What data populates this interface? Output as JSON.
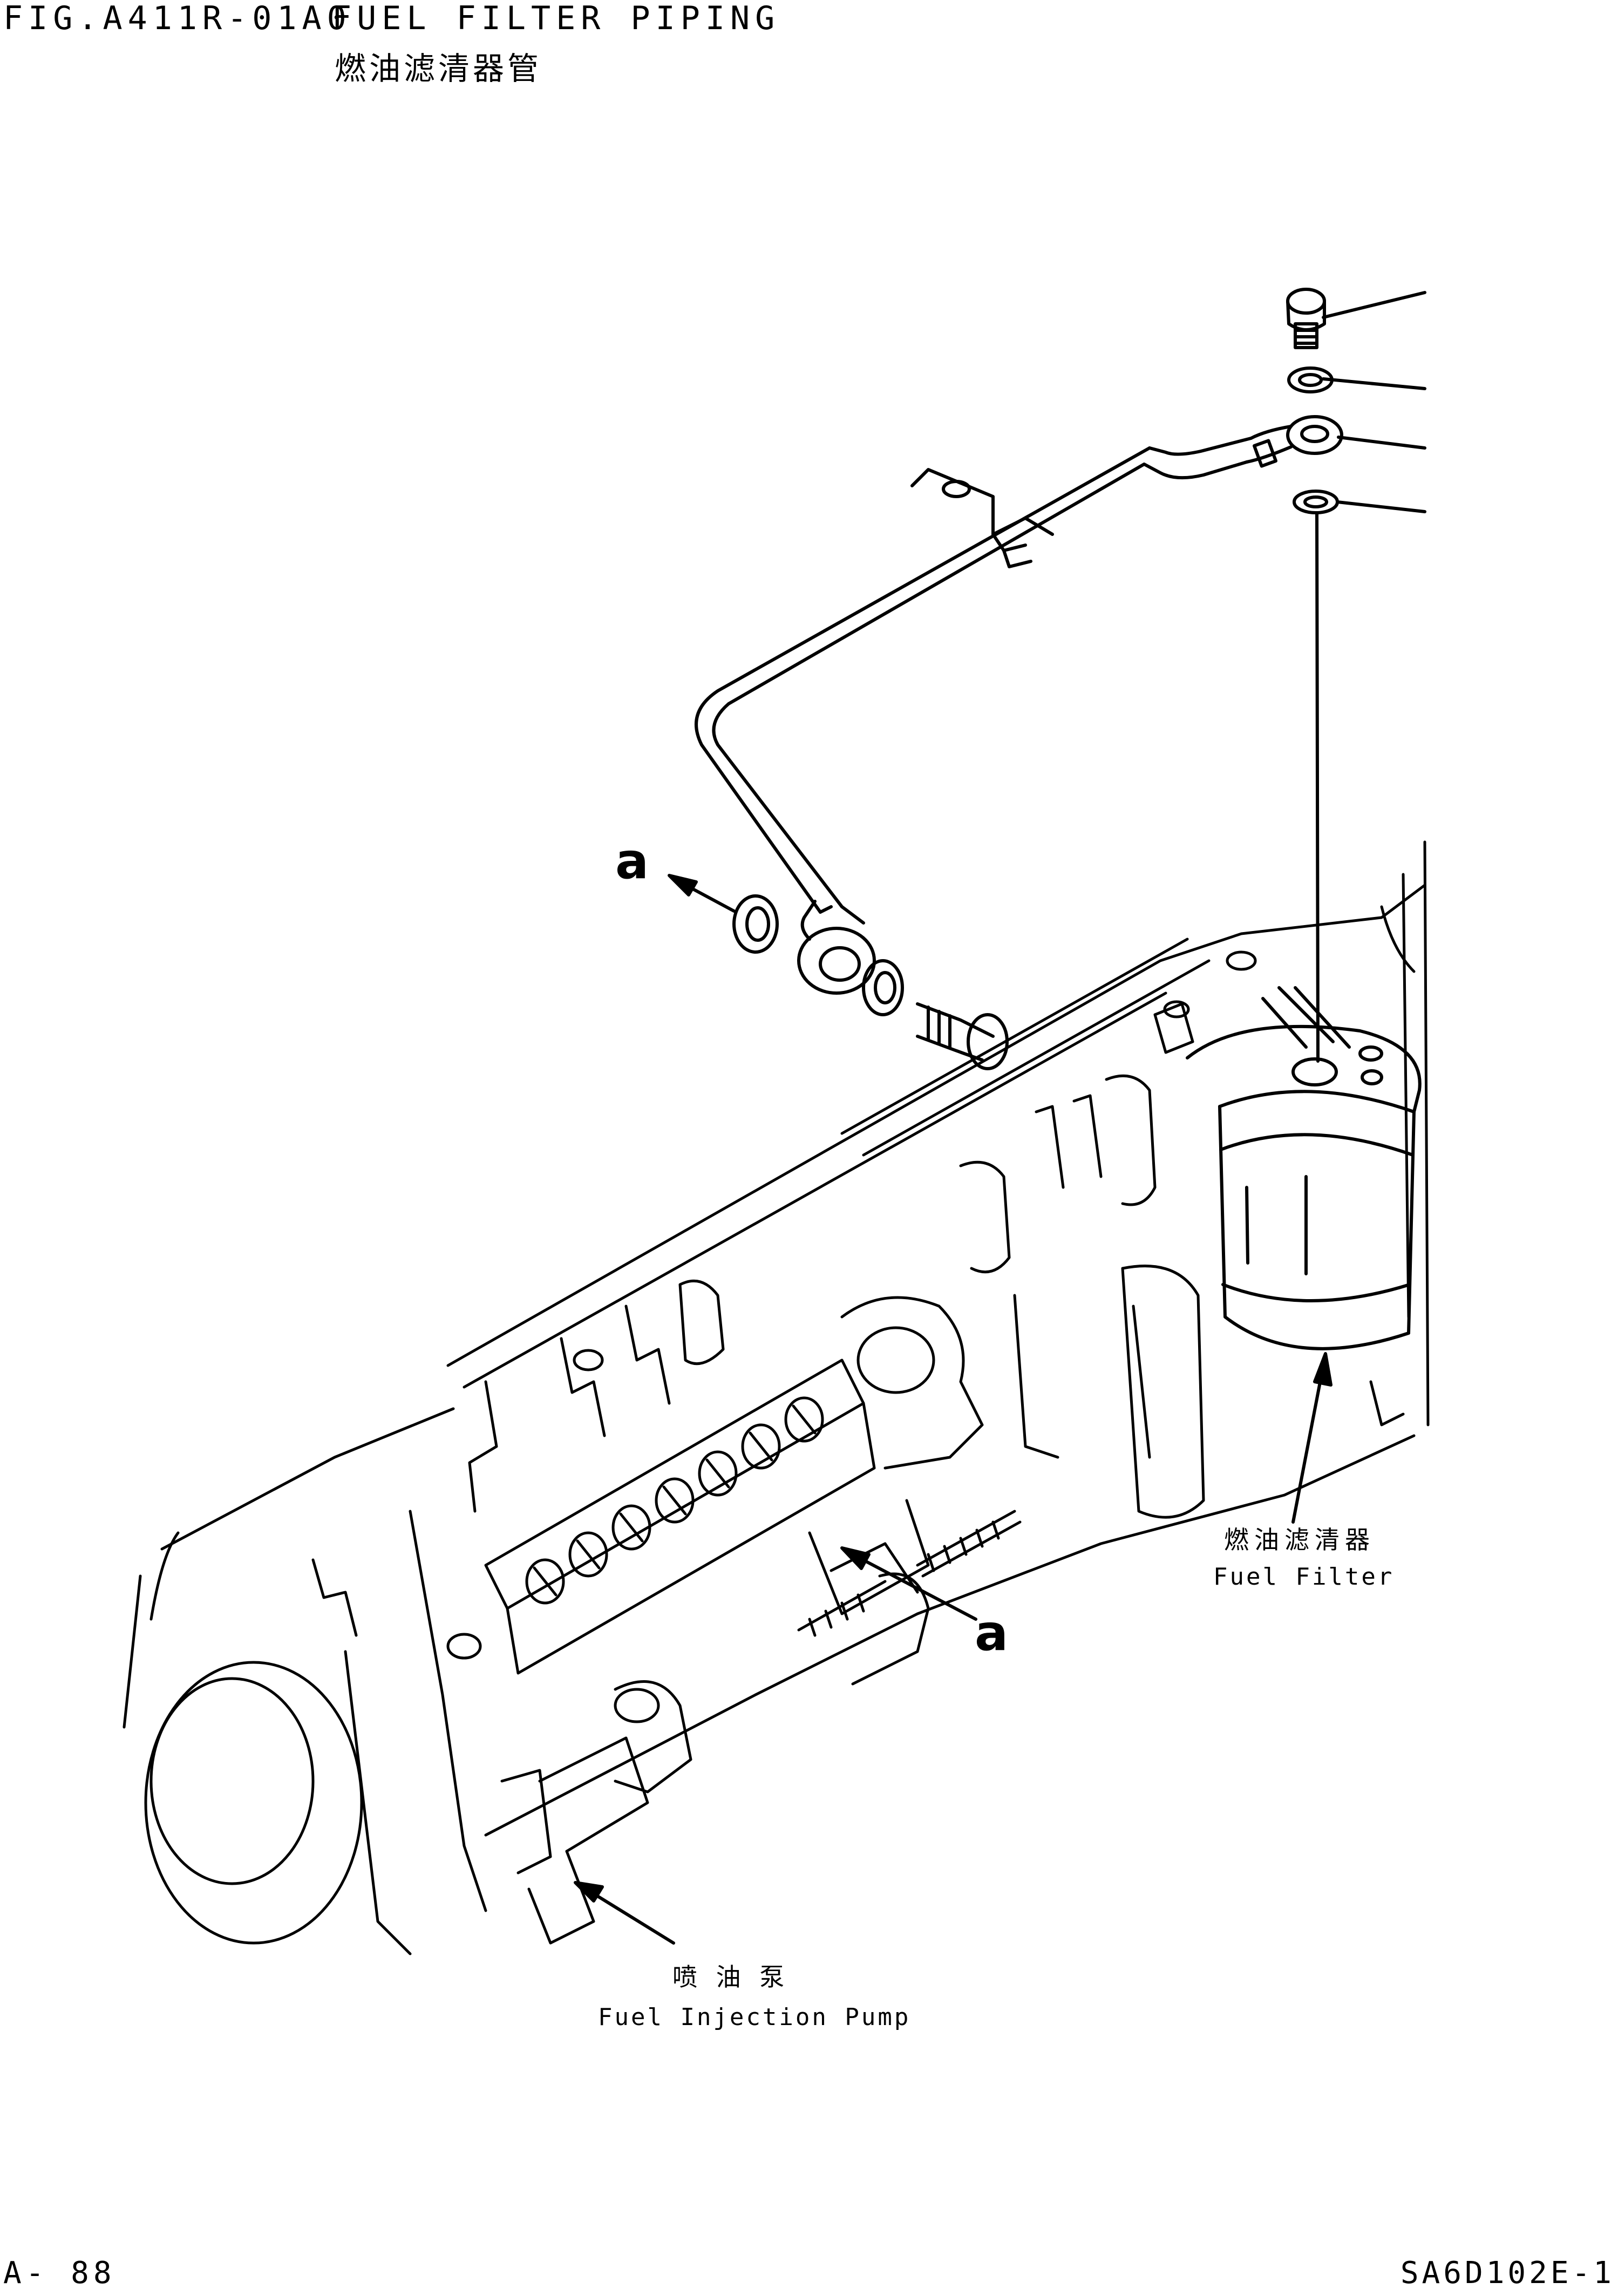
{
  "header": {
    "fig_no": "FIG.A411R-01A0",
    "title_en": "FUEL FILTER PIPING",
    "title_cn": "燃油滤清器管"
  },
  "labels": {
    "fuel_filter_cn": "燃油滤清器",
    "fuel_filter_en": "Fuel Filter",
    "injection_pump_cn": "喷 油 泵",
    "injection_pump_en": "Fuel Injection Pump",
    "mark_a": "a"
  },
  "footer": {
    "page": "A- 88",
    "model": "SA6D102E-1"
  }
}
